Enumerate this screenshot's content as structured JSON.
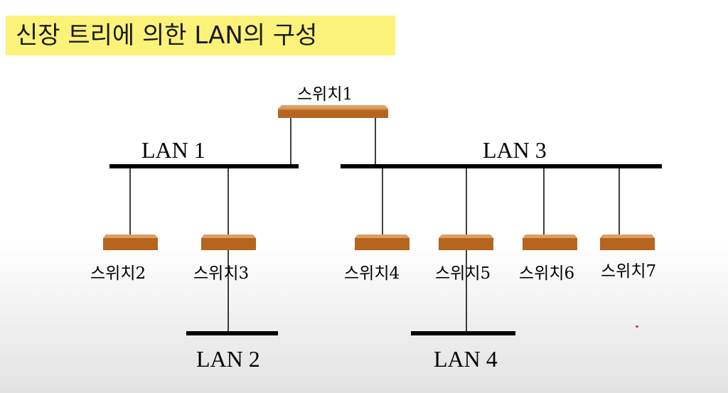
{
  "title": "신장 트리에 의한 LAN의 구성",
  "colors": {
    "title_bg": "#fbf27a",
    "switch_top": "#d99a5a",
    "switch_body": "#b5651d",
    "line": "#000000"
  },
  "switches": [
    {
      "id": "s1",
      "label": "스위치1"
    },
    {
      "id": "s2",
      "label": "스위치2"
    },
    {
      "id": "s3",
      "label": "스위치3"
    },
    {
      "id": "s4",
      "label": "스위치4"
    },
    {
      "id": "s5",
      "label": "스위치5"
    },
    {
      "id": "s6",
      "label": "스위치6"
    },
    {
      "id": "s7",
      "label": "스위치7"
    }
  ],
  "lans": [
    {
      "id": "lan1",
      "label": "LAN 1"
    },
    {
      "id": "lan2",
      "label": "LAN 2"
    },
    {
      "id": "lan3",
      "label": "LAN 3"
    },
    {
      "id": "lan4",
      "label": "LAN 4"
    }
  ],
  "connections": [
    {
      "from": "s1",
      "to": "lan1"
    },
    {
      "from": "s1",
      "to": "lan3"
    },
    {
      "from": "s2",
      "to": "lan1"
    },
    {
      "from": "s3",
      "to": "lan1"
    },
    {
      "from": "s3",
      "to": "lan2"
    },
    {
      "from": "s4",
      "to": "lan3"
    },
    {
      "from": "s5",
      "to": "lan3"
    },
    {
      "from": "s5",
      "to": "lan4"
    },
    {
      "from": "s6",
      "to": "lan3"
    },
    {
      "from": "s7",
      "to": "lan3"
    }
  ]
}
